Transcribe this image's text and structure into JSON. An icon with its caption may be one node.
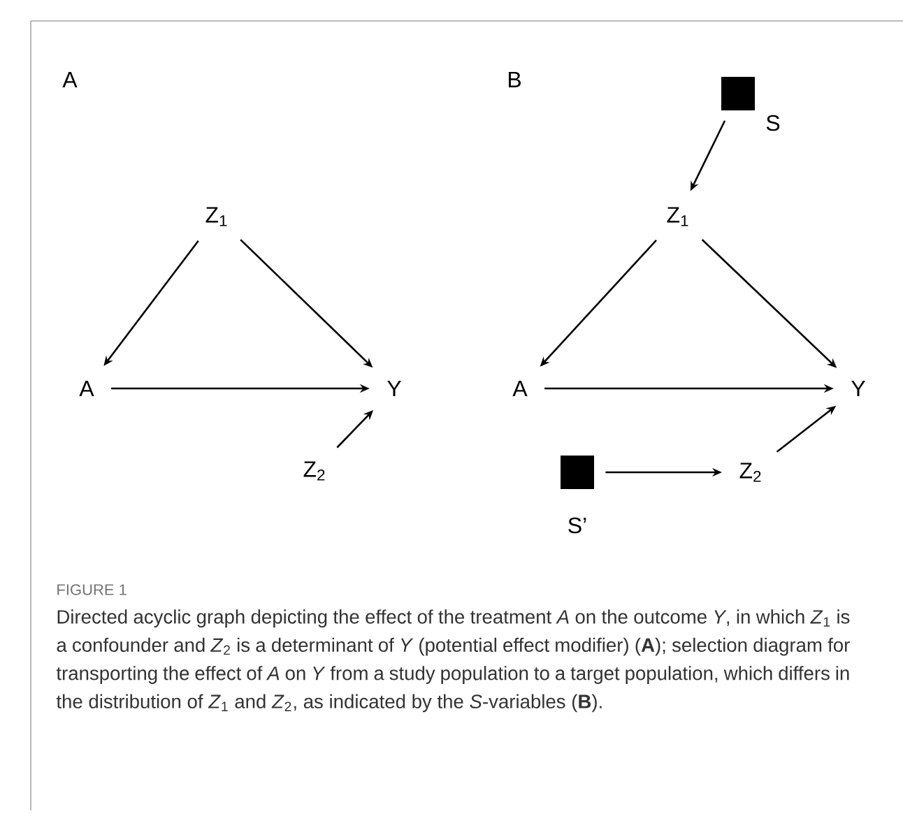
{
  "diagram": {
    "title": "FIGURE 1",
    "caption": "Directed acyclic graph depicting the effect of the treatment *A* on the outcome *Y*, in which *Z*$_{1}$ is a confounder and *Z*$_{2}$ is a determinant of *Y* (potential effect modifier) (**A**); selection diagram for transporting the effect of *A* on *Y* from a study population to a target population, which differs in the distribution of *Z*$_{1}$ and *Z*$_{2}$, as indicated by the *S*-variables (**B**).",
    "nodes": [
      {
        "text": [
          "Z$_{1}$"
        ]
      },
      {
        "text": [
          "A"
        ]
      },
      {
        "text": [
          "Y"
        ]
      },
      {
        "text": [
          "Z$_{2}$"
        ]
      },
      {
        "text": [],
        "shape": "box",
        "beside": [
          "S"
        ]
      },
      {
        "text": [
          "Z$_{1}$"
        ]
      },
      {
        "text": [
          "A"
        ]
      },
      {
        "text": [
          "Y"
        ]
      },
      {
        "text": [],
        "shape": "box",
        "beside": [
          "S’"
        ]
      },
      {
        "text": [
          "Z$_{2}$"
        ]
      }
    ],
    "edges": [
      {
        "from": 0,
        "to": 1,
        "arrow": "to"
      },
      {
        "from": 0,
        "to": 2,
        "arrow": "to"
      },
      {
        "from": 1,
        "to": 2,
        "arrow": "to"
      },
      {
        "from": 3,
        "to": 2,
        "arrow": "to"
      },
      {
        "from": 4,
        "to": 5,
        "arrow": "to"
      },
      {
        "from": 5,
        "to": 6,
        "arrow": "to"
      },
      {
        "from": 5,
        "to": 7,
        "arrow": "to"
      },
      {
        "from": 6,
        "to": 7,
        "arrow": "to"
      },
      {
        "from": 8,
        "to": 9,
        "arrow": "to"
      },
      {
        "from": 9,
        "to": 7,
        "arrow": "to"
      }
    ],
    "labels": [
      "A",
      "B"
    ]
  }
}
